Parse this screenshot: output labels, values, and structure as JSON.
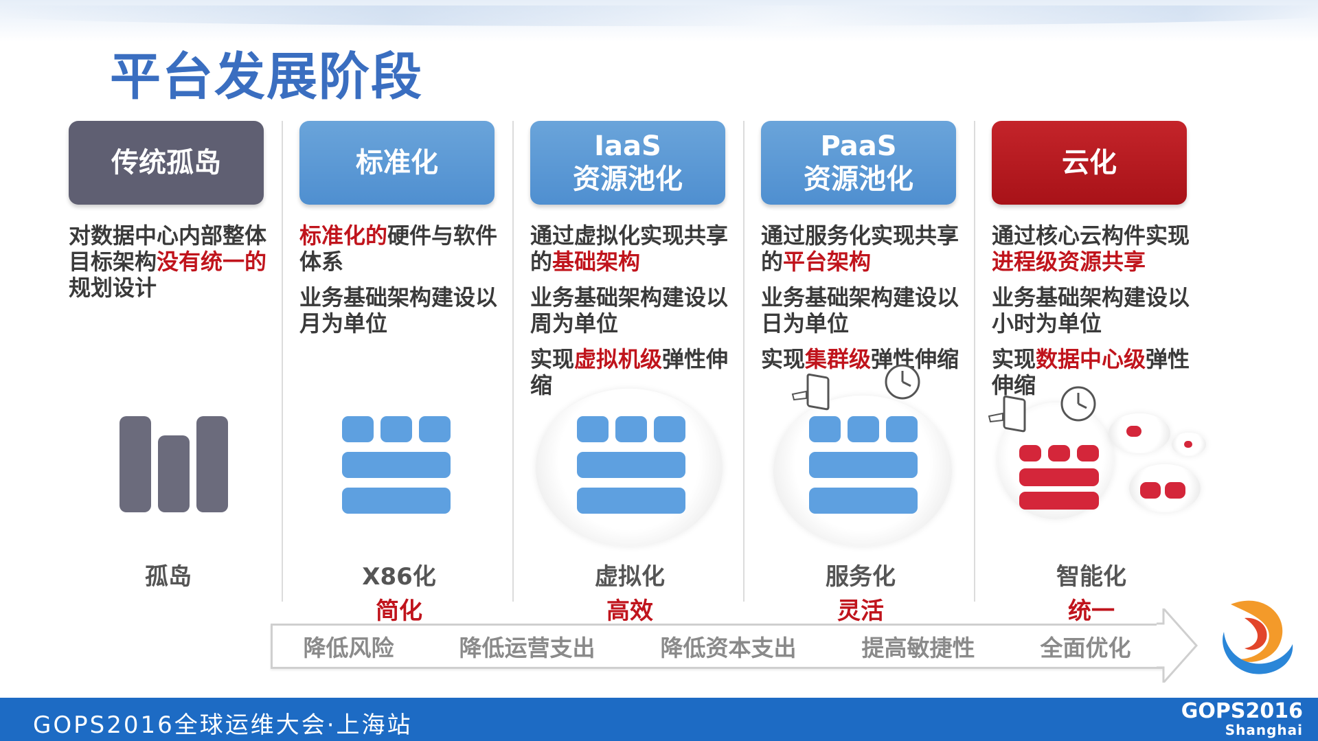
{
  "title": "平台发展阶段",
  "columns": [
    {
      "stage": [
        "传统孤岛"
      ],
      "desc": [
        [
          {
            "t": "对数据中心内部整体目标架构"
          },
          {
            "t": "没有统一的",
            "red": true
          },
          {
            "t": "规划设计"
          }
        ]
      ],
      "tech": "孤岛",
      "benefit": ""
    },
    {
      "stage": [
        "标准化"
      ],
      "desc": [
        [
          {
            "t": "标准化的",
            "red": true
          },
          {
            "t": "硬件与软件体系"
          }
        ],
        [
          {
            "t": "业务基础架构建设以月为单位"
          }
        ]
      ],
      "tech": "X86化",
      "benefit": "简化"
    },
    {
      "stage": [
        "IaaS",
        "资源池化"
      ],
      "desc": [
        [
          {
            "t": "通过虚拟化实现共享的"
          },
          {
            "t": "基础架构",
            "red": true
          }
        ],
        [
          {
            "t": "业务基础架构建设以周为单位"
          }
        ],
        [
          {
            "t": "实现"
          },
          {
            "t": "虚拟机级",
            "red": true
          },
          {
            "t": "弹性伸缩"
          }
        ]
      ],
      "tech": "虚拟化",
      "benefit": "高效"
    },
    {
      "stage": [
        "PaaS",
        "资源池化"
      ],
      "desc": [
        [
          {
            "t": "通过服务化实现共享的"
          },
          {
            "t": "平台架构",
            "red": true
          }
        ],
        [
          {
            "t": "业务基础架构建设以日为单位"
          }
        ],
        [
          {
            "t": "实现"
          },
          {
            "t": "集群级",
            "red": true
          },
          {
            "t": "弹性伸缩"
          }
        ]
      ],
      "tech": "服务化",
      "benefit": "灵活"
    },
    {
      "stage": [
        "云化"
      ],
      "desc": [
        [
          {
            "t": "通过核心云构件实现"
          },
          {
            "t": "进程级资源共享",
            "red": true
          }
        ],
        [
          {
            "t": "业务基础架构建设以小时为单位"
          }
        ],
        [
          {
            "t": "实现"
          },
          {
            "t": "数据中心级",
            "red": true
          },
          {
            "t": "弹性伸缩"
          }
        ]
      ],
      "tech": "智能化",
      "benefit": "统一"
    }
  ],
  "arrow_items": [
    "降低风险",
    "降低运营支出",
    "降低资本支出",
    "提高敏捷性",
    "全面优化"
  ],
  "footer": {
    "text": "GOPS2016全球运维大会·上海站",
    "logo_line1": "GOPS2016",
    "logo_line2": "Shanghai"
  },
  "colors": {
    "title_blue": "#3a6ec0",
    "stage_dark": "#5f5f72",
    "stage_blue": "#5a98d6",
    "stage_red": "#b81a20",
    "highlight_red": "#c0141c",
    "footer_blue": "#1d6bc4"
  }
}
